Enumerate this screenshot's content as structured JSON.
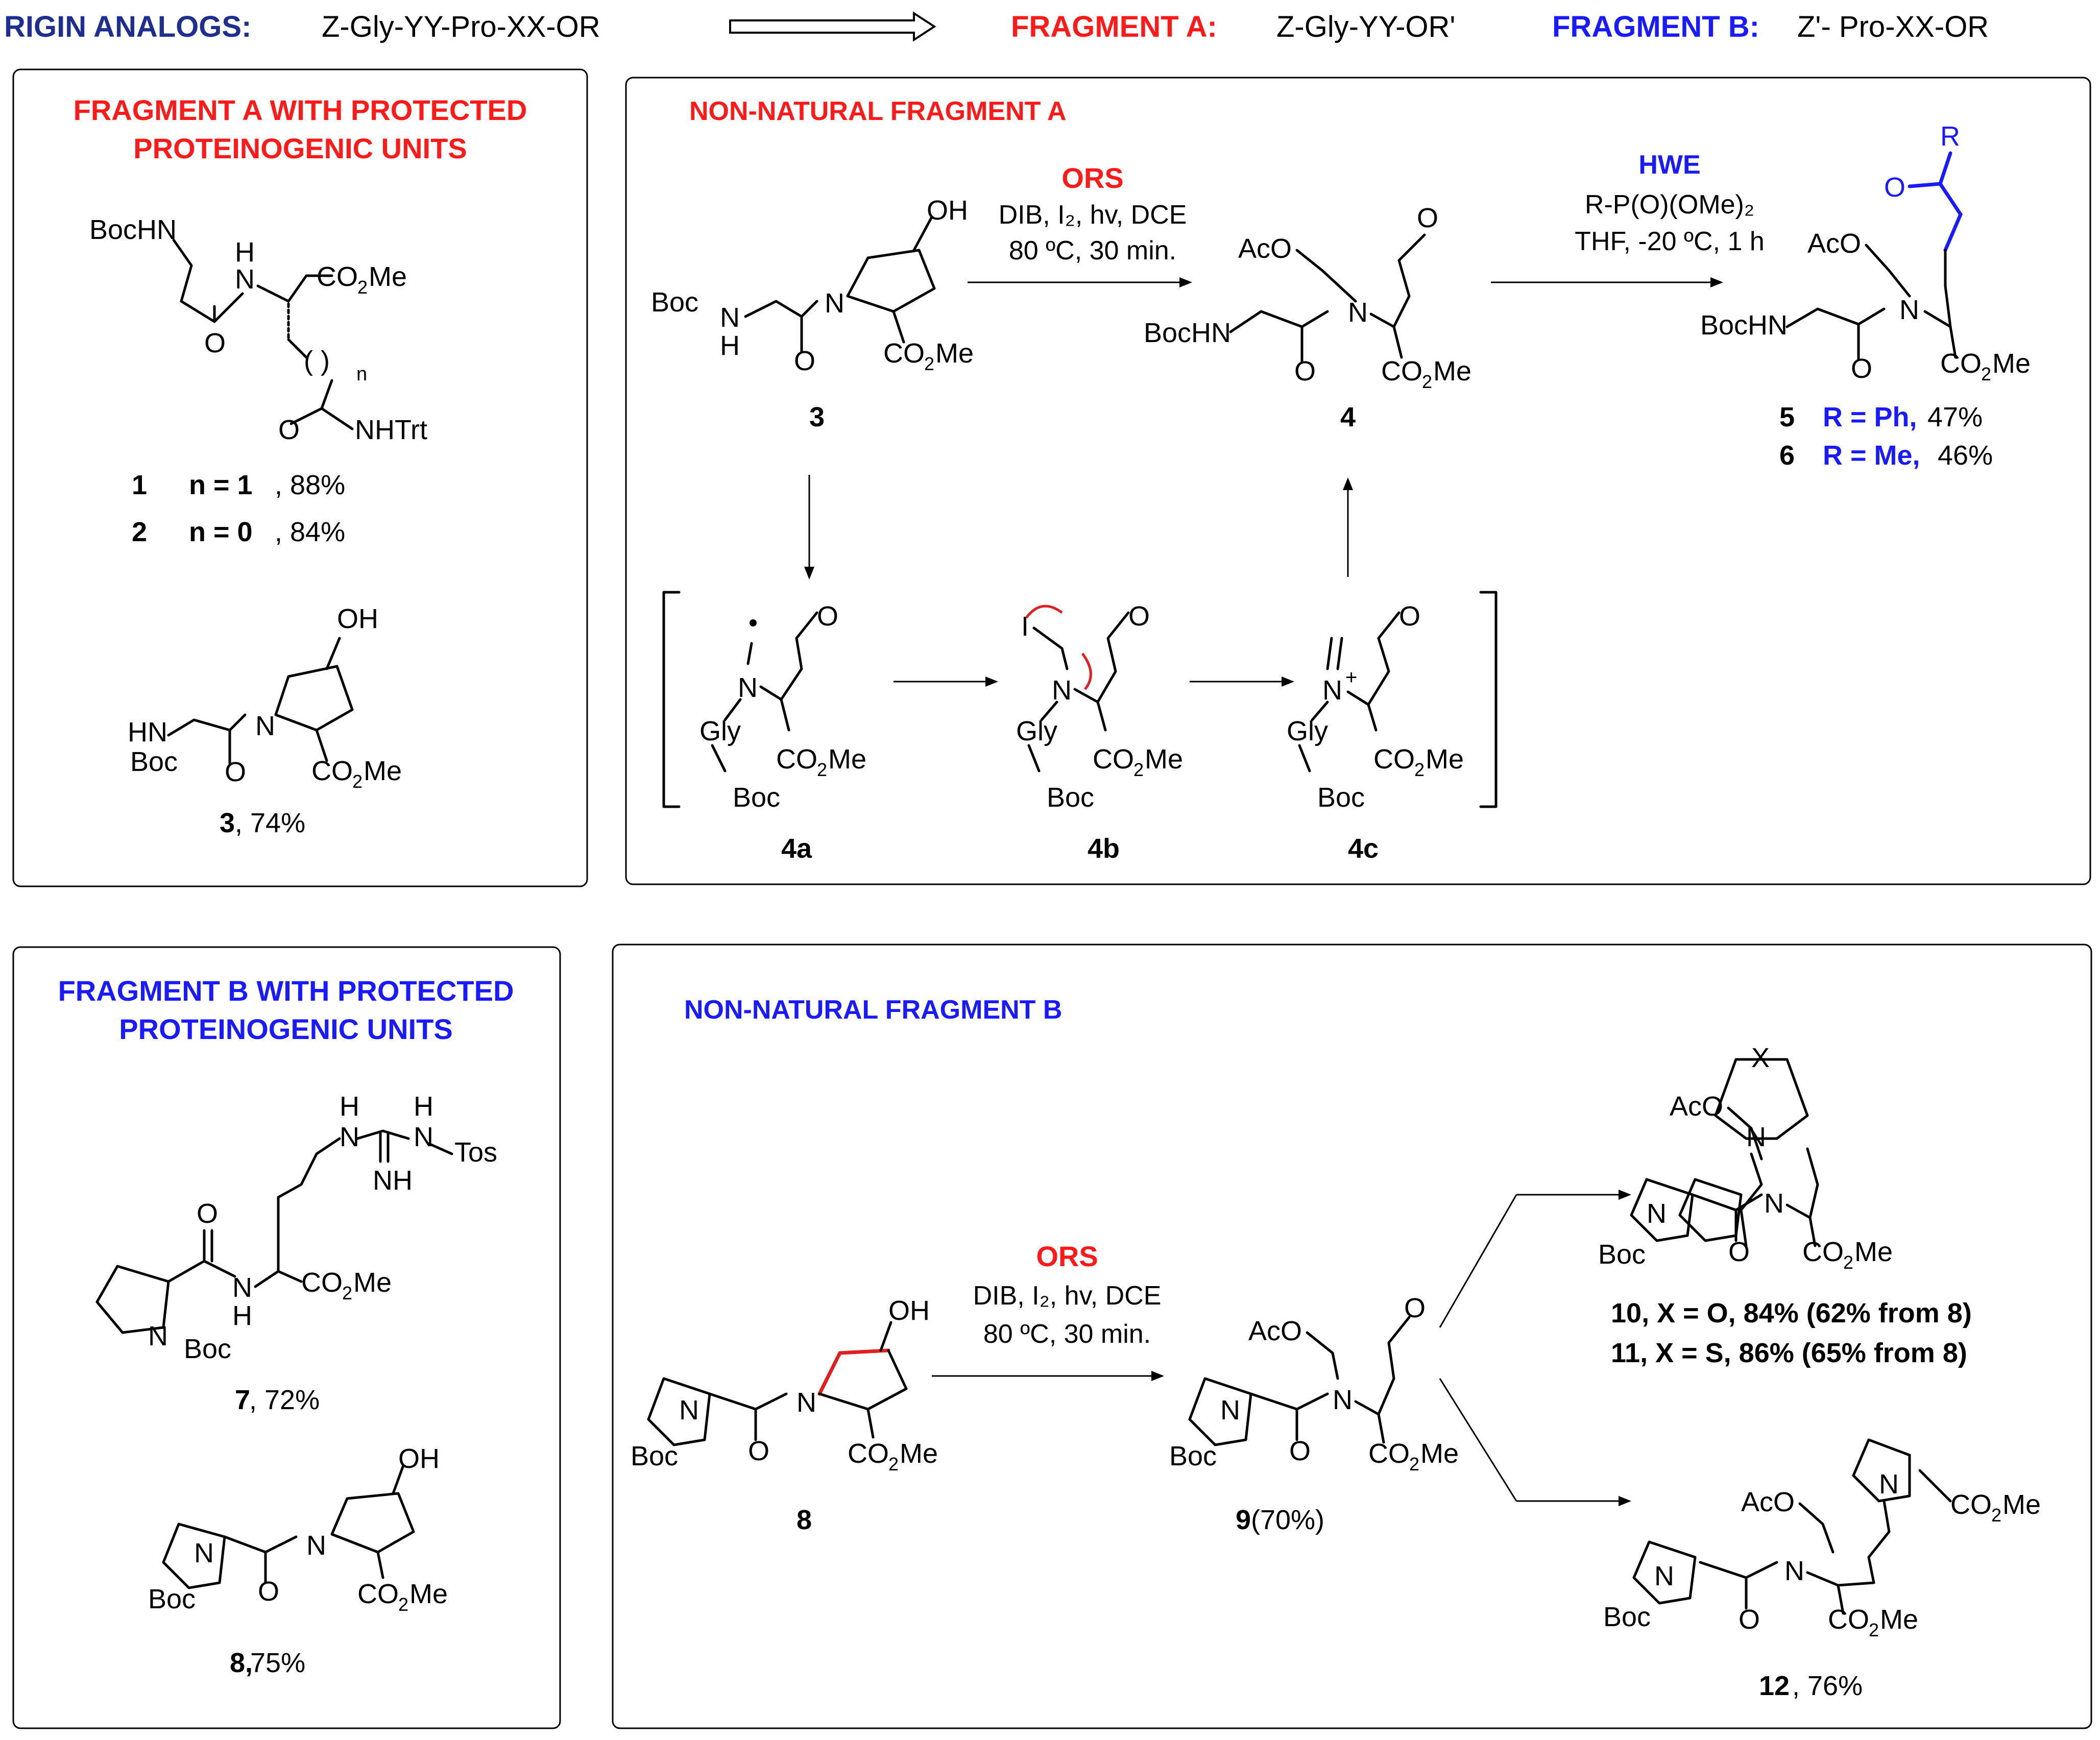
{
  "header": {
    "title_label": "RIGIN ANALOGS:",
    "title_formula": "Z-Gly-YY-Pro-XX-OR",
    "fragment_a_label": "FRAGMENT A:",
    "fragment_a_formula": "Z-Gly-YY-OR'",
    "fragment_b_label": "FRAGMENT B:",
    "fragment_b_formula": "Z'- Pro-XX-OR"
  },
  "panel_a_protected": {
    "title_line1": "FRAGMENT A WITH PROTECTED",
    "title_line2": "PROTEINOGENIC UNITS",
    "entries": [
      {
        "num": "1",
        "cond": "n = 1",
        "yield": ", 88%"
      },
      {
        "num": "2",
        "cond": "n = 0",
        "yield": ", 84%"
      }
    ],
    "compound3_num": "3",
    "compound3_yield": ", 74%"
  },
  "panel_a_nonnatural": {
    "title": "NON-NATURAL  FRAGMENT A",
    "ors_label": "ORS",
    "ors_cond1": "DIB, I₂, hv, DCE",
    "ors_cond2": "80 ºC, 30 min.",
    "hwe_label": "HWE",
    "hwe_cond1": "R-P(O)(OMe)₂",
    "hwe_cond2": "THF, -20 ºC, 1 h",
    "labels": {
      "c3": "3",
      "c4": "4",
      "c4a": "4a",
      "c4b": "4b",
      "c4c": "4c"
    },
    "products": [
      {
        "num": "5",
        "r": "R = Ph,",
        "yield": " 47%"
      },
      {
        "num": "6",
        "r": "R = Me,",
        "yield": " 46%"
      }
    ]
  },
  "panel_b_protected": {
    "title_line1": "FRAGMENT B WITH PROTECTED",
    "title_line2": "PROTEINOGENIC UNITS",
    "compound7_num": "7",
    "compound7_yield": ", 72%",
    "compound8_num": "8,",
    "compound8_yield": "  75%"
  },
  "panel_b_nonnatural": {
    "title": "NON-NATURAL  FRAGMENT B",
    "ors_label": "ORS",
    "ors_cond1": "DIB, I₂, hv, DCE",
    "ors_cond2": "80 ºC, 30 min.",
    "label8": "8",
    "label9": "9",
    "label9_yield": "  (70%)",
    "product10": "10, X = O, 84% (62% from 8)",
    "product11": "11, X = S, 86% (65% from 8)",
    "product12_num": "12",
    "product12_yield": ", 76%"
  },
  "colors": {
    "red": "#ff1a1a",
    "blue": "#1a1aff",
    "navy": "#1f2f8f"
  }
}
